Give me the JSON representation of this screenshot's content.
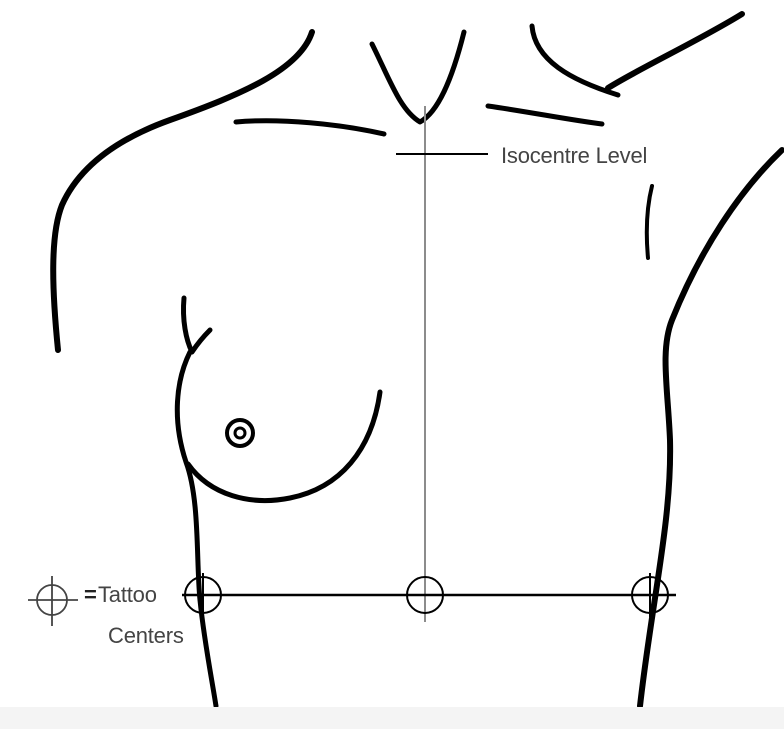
{
  "labels": {
    "isocentre_level": "Isocentre Level",
    "tattoo_equals": "=",
    "tattoo_line1": "Tattoo",
    "tattoo_line2": "Centers"
  },
  "colors": {
    "outline": "#000000",
    "guide": "#8c8c8c",
    "text": "#444444",
    "background": "#ffffff"
  },
  "icons": {
    "legend_symbol": "crosshair-circle-icon",
    "tattoo_markers": [
      "crosshair-circle-icon",
      "crosshair-circle-icon",
      "crosshair-circle-icon"
    ]
  }
}
